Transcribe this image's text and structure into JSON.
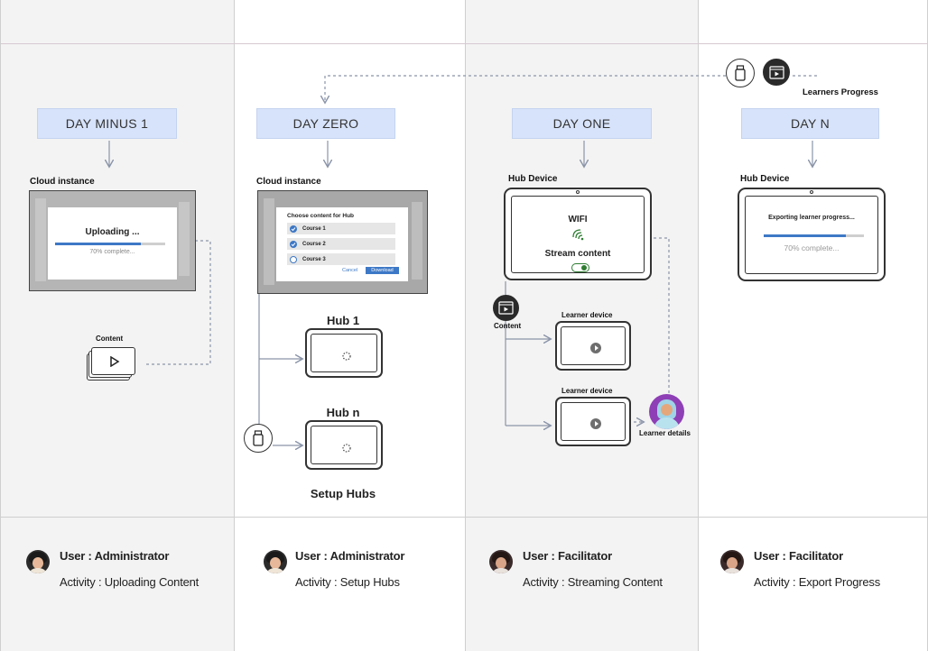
{
  "columns": [
    {
      "day": "DAY MINUS 1",
      "user": "User : Administrator",
      "activity": "Activity : Uploading Content"
    },
    {
      "day": "DAY ZERO",
      "user": "User : Administrator",
      "activity": "Activity : Setup Hubs"
    },
    {
      "day": "DAY ONE",
      "user": "User : Facilitator",
      "activity": "Activity : Streaming Content"
    },
    {
      "day": "DAY N",
      "user": "User : Facilitator",
      "activity": "Activity : Export Progress"
    }
  ],
  "day_minus_1": {
    "cloud_label": "Cloud instance",
    "upload_title": "Uploading ...",
    "upload_status": "70% complete...",
    "upload_progress": 0.78,
    "content_label": "Content"
  },
  "day_zero": {
    "cloud_label": "Cloud instance",
    "dialog_title": "Choose content for Hub",
    "courses": [
      {
        "name": "Course 1",
        "checked": true
      },
      {
        "name": "Course 2",
        "checked": true
      },
      {
        "name": "Course 3",
        "checked": false
      }
    ],
    "cancel_label": "Cancel",
    "download_label": "Download",
    "hub1_label": "Hub 1",
    "hubn_label": "Hub n",
    "setup_label": "Setup Hubs"
  },
  "day_one": {
    "hub_label": "Hub Device",
    "wifi_label": "WIFI",
    "stream_label": "Stream content",
    "stream_on": true,
    "content_label": "Content",
    "learner_device_1": "Learner device",
    "learner_device_2": "Learner device",
    "learner_details": "Learner details"
  },
  "day_n": {
    "hub_label": "Hub Device",
    "export_title": "Exporting learner progress...",
    "export_status": "70% complete...",
    "export_progress": 0.82,
    "learners_progress": "Learners Progress"
  },
  "colors": {
    "day_box": "#d7e3fa",
    "accent_blue": "#3d78c6",
    "grey_column": "#f3f3f3",
    "connector": "#8a94a8",
    "learner_avatar": "#8e3fb5",
    "toggle_green": "#2e7d32"
  }
}
